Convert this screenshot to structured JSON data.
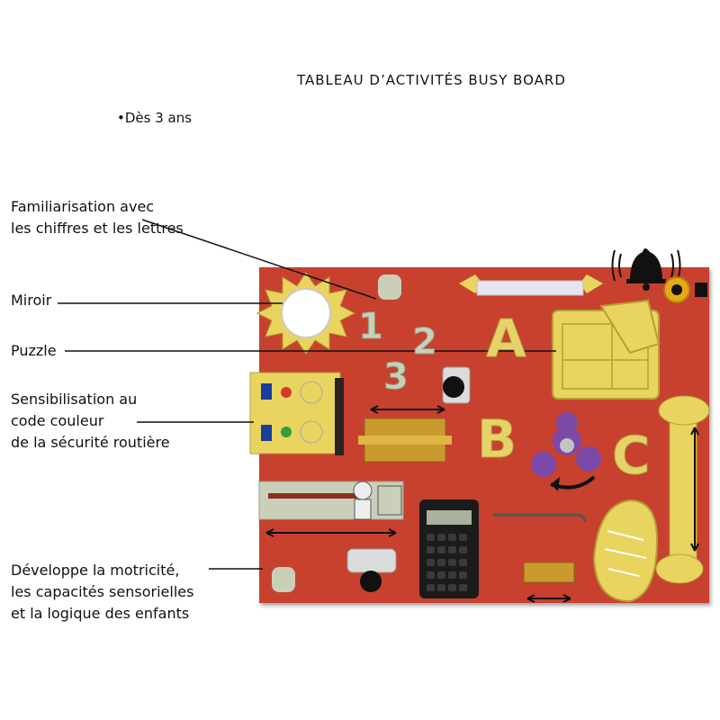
{
  "title": "TABLEAU D’ACTIVITÉS BUSY BOARD",
  "age": "•Dès 3 ans",
  "labels": {
    "familiarisation": "Familiarisation avec\nles chiffres et les lettres",
    "miroir": "Miroir",
    "puzzle": "Puzzle",
    "securite": "Sensibilisation au\ncode couleur\nde la sécurité routière",
    "motricite": "Développe la motricité,\nles capacités sensorielles\net la logique des enfants"
  },
  "board": {
    "letters": [
      "A",
      "B",
      "C"
    ],
    "digits": [
      "1",
      "2",
      "3"
    ]
  },
  "colors": {
    "board": "#c8412f",
    "yellow": "#e9d460",
    "mint": "#c9cfb9",
    "spinner": "#7b4aa8",
    "bell": "#111111",
    "gold": "#c99a2e"
  },
  "icons": [
    "sun-mirror-icon",
    "bell-icon",
    "fidget-spinner-icon",
    "calculator-icon",
    "shoe-icon",
    "latch-icon",
    "wheel-icon",
    "cloud-icon"
  ]
}
